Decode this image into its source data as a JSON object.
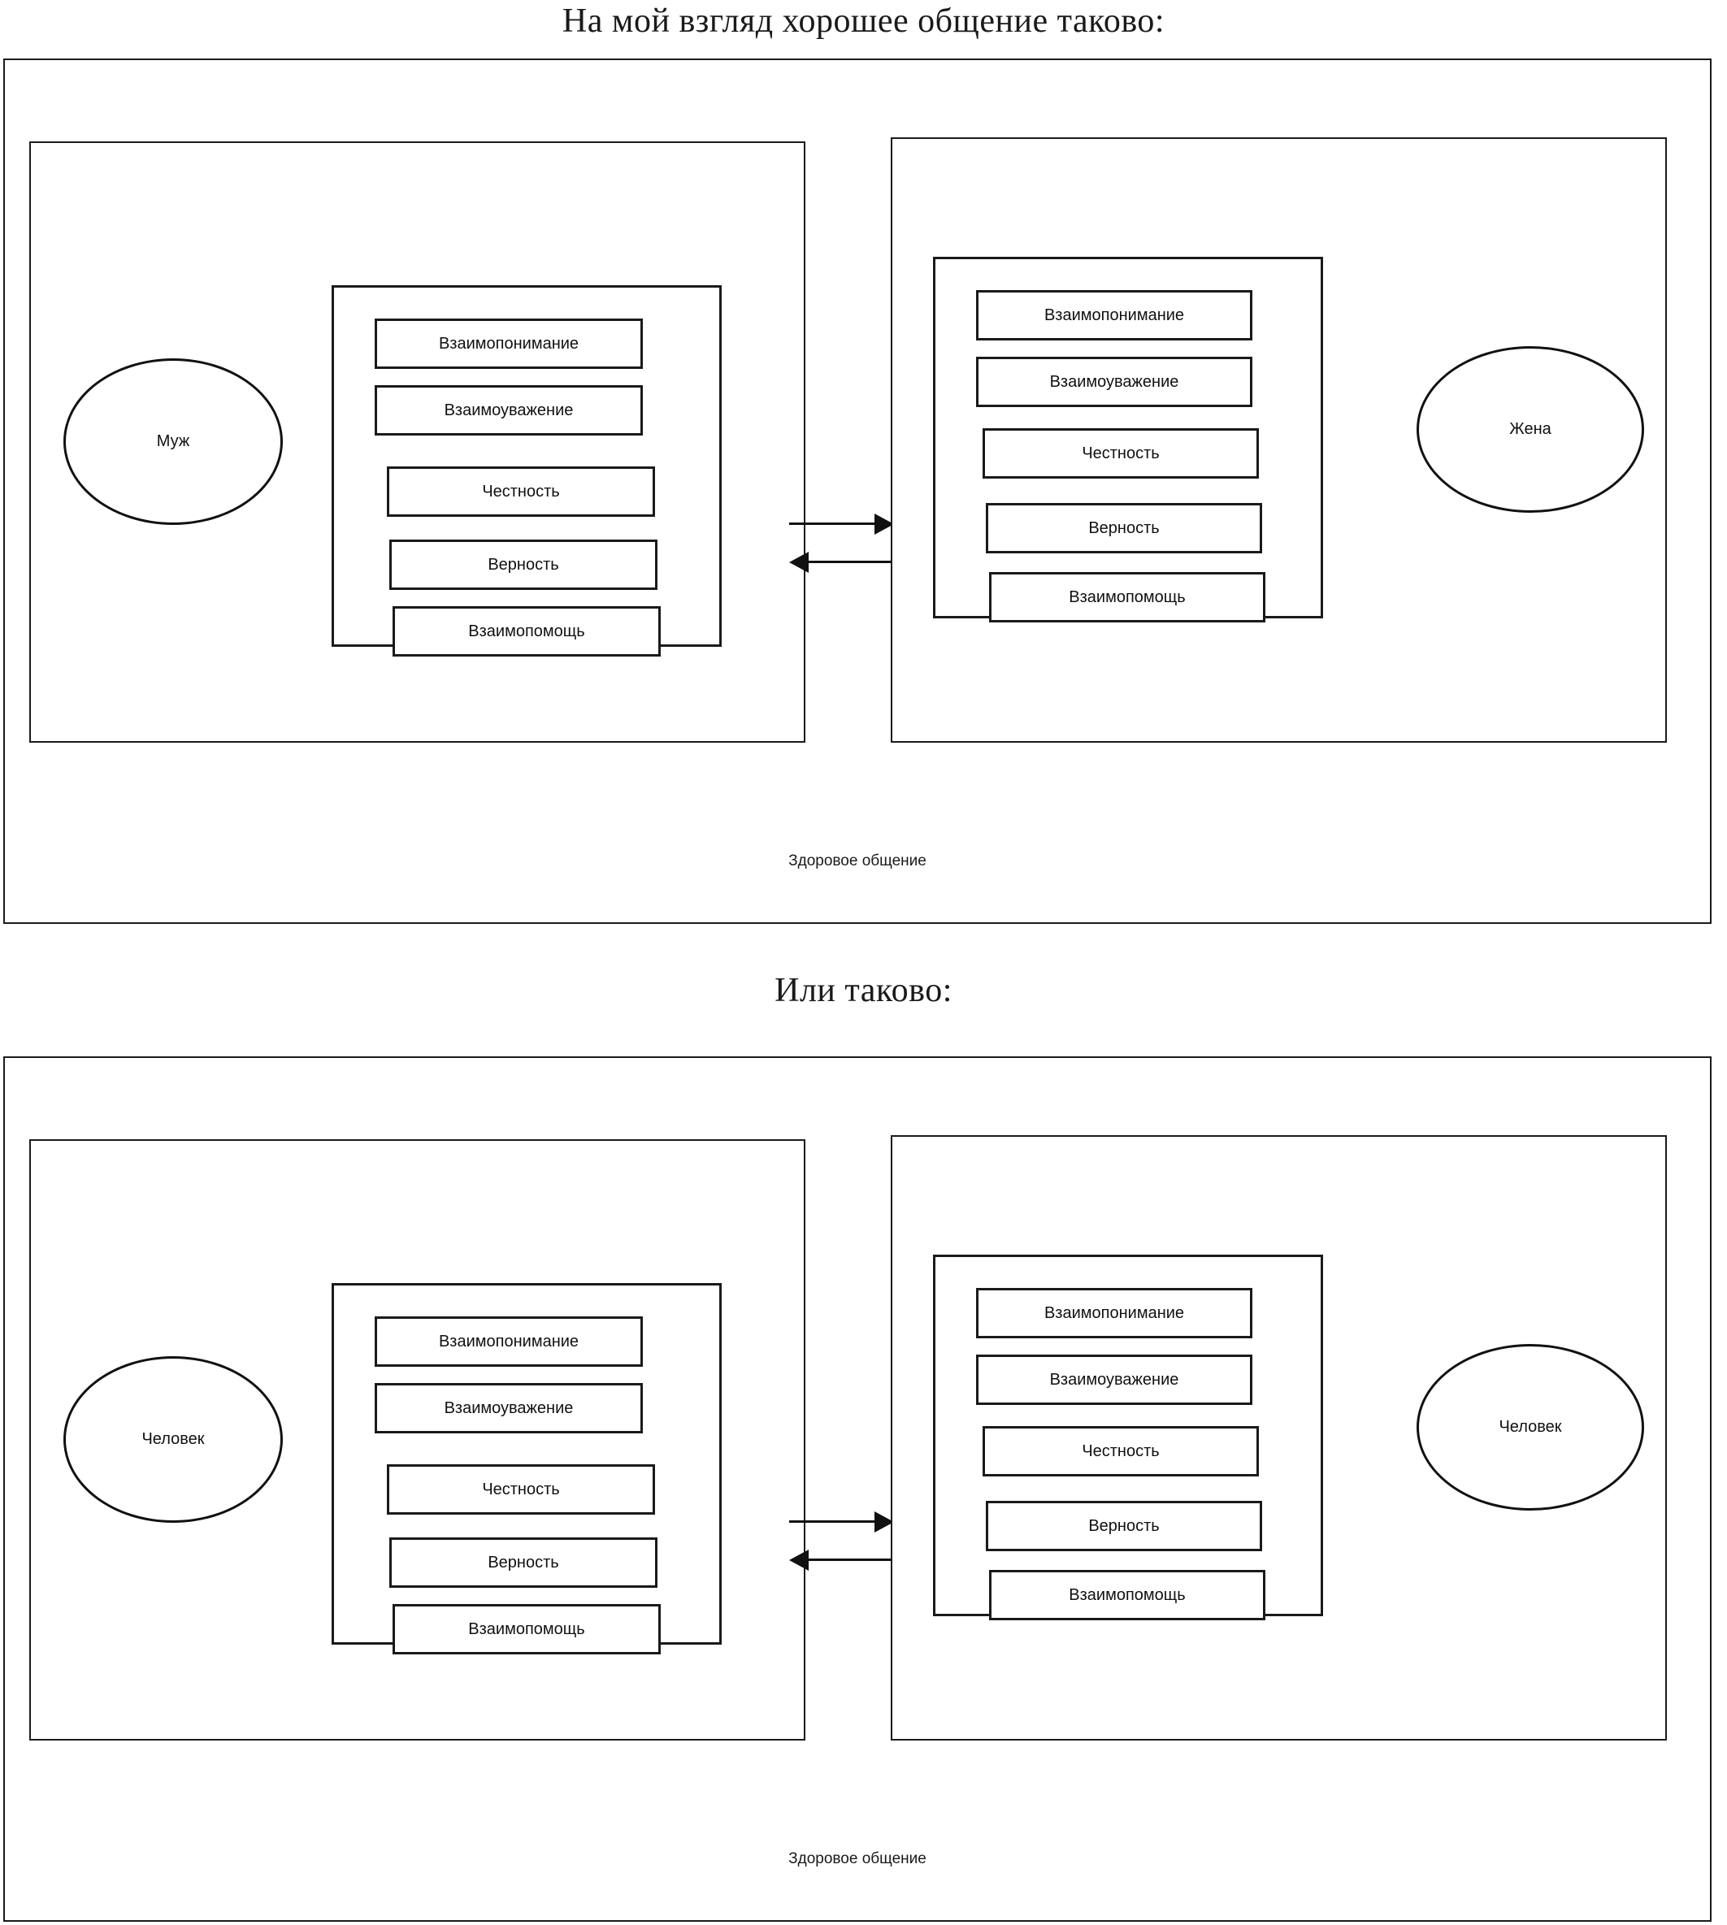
{
  "sections": [
    {
      "heading": "На мой взгляд хорошее общение таково:",
      "caption": "Здоровое общение",
      "left": {
        "person": "Муж",
        "traits": [
          "Взаимопонимание",
          "Взаимоуважение",
          "Честность",
          "Верность",
          "Взаимопомощь"
        ]
      },
      "right": {
        "person": "Жена",
        "traits": [
          "Взаимопонимание",
          "Взаимоуважение",
          "Честность",
          "Верность",
          "Взаимопомощь"
        ]
      }
    },
    {
      "heading": "Или таково:",
      "caption": "Здоровое общение",
      "left": {
        "person": "Человек",
        "traits": [
          "Взаимопонимание",
          "Взаимоуважение",
          "Честность",
          "Верность",
          "Взаимопомощь"
        ]
      },
      "right": {
        "person": "Человек",
        "traits": [
          "Взаимопонимание",
          "Взаимоуважение",
          "Честность",
          "Верность",
          "Взаимопомощь"
        ]
      }
    }
  ],
  "arrows": {
    "forward": "arrow-right",
    "backward": "arrow-left"
  },
  "colors": {
    "stroke": "#111111",
    "background": "#ffffff",
    "text": "#1a1a1a"
  }
}
